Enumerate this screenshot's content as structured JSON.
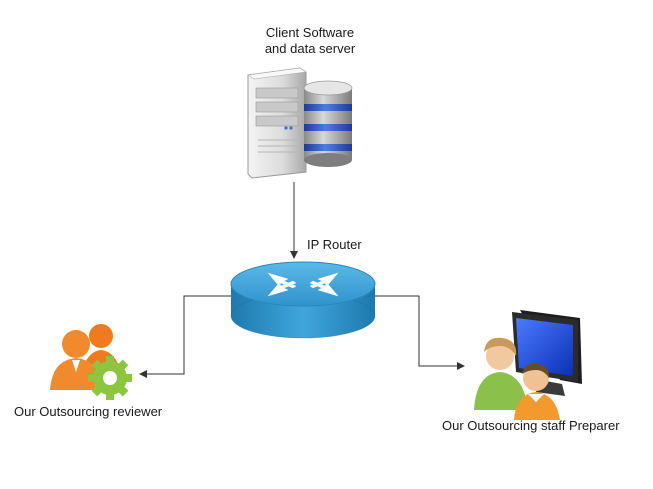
{
  "server": {
    "label_line1": "Client Software",
    "label_line2": "and data server",
    "icon": "server-database-icon"
  },
  "router": {
    "label": "IP Router",
    "icon": "router-icon"
  },
  "reviewer": {
    "label_prefix": "Our",
    "label_main": "Outsourcing reviewer",
    "icon": "reviewer-group-gear-icon"
  },
  "preparer": {
    "label_prefix": "Our",
    "label_main": "Outsourcing staff Preparer",
    "icon": "preparer-users-monitor-icon"
  },
  "colors": {
    "router_blue": "#2b8fc3",
    "database_blue": "#2a4fbf",
    "reviewer_orange": "#ef7a1f",
    "gear_green": "#8cc63f",
    "line": "#333333"
  }
}
